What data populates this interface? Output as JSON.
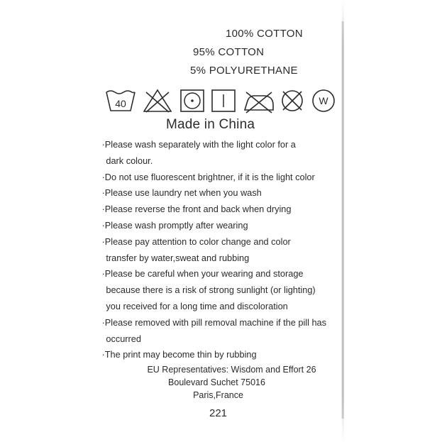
{
  "fabric": {
    "line1": "100% COTTON",
    "line2": "95% COTTON",
    "line3": "5% POLYURETHANE"
  },
  "care_symbols": [
    {
      "name": "wash-40-icon",
      "text": "40"
    },
    {
      "name": "do-not-bleach-icon"
    },
    {
      "name": "tumble-dry-low-icon"
    },
    {
      "name": "line-dry-icon"
    },
    {
      "name": "do-not-iron-icon"
    },
    {
      "name": "do-not-dry-clean-icon"
    },
    {
      "name": "wet-clean-icon",
      "text": "W"
    }
  ],
  "origin": "Made in China",
  "instructions": [
    "·Please wash separately with the light color for a",
    "dark colour.",
    "·Do not use fluorescent brightner, if it is the light color",
    "·Please use laundry net when you wash",
    "·Please reverse the front and back when drying",
    "·Please wash promptly after wearing",
    "·Please pay attention to color change and color",
    "transfer by water,sweat and rubbing",
    "·Please be careful when your wearing and storage",
    "because there is a risk of strong sunlight (or lighting)",
    "you received for a long time and discoloration",
    "·Please removed with pill removal machine if the pill has",
    "occurred",
    "·The print may become thin by rubbing"
  ],
  "representative": {
    "line1": "EU Representatives: Wisdom and Effort 26",
    "line2": "Boulevard Suchet 75016",
    "line3": "Paris,France"
  },
  "code": "221"
}
